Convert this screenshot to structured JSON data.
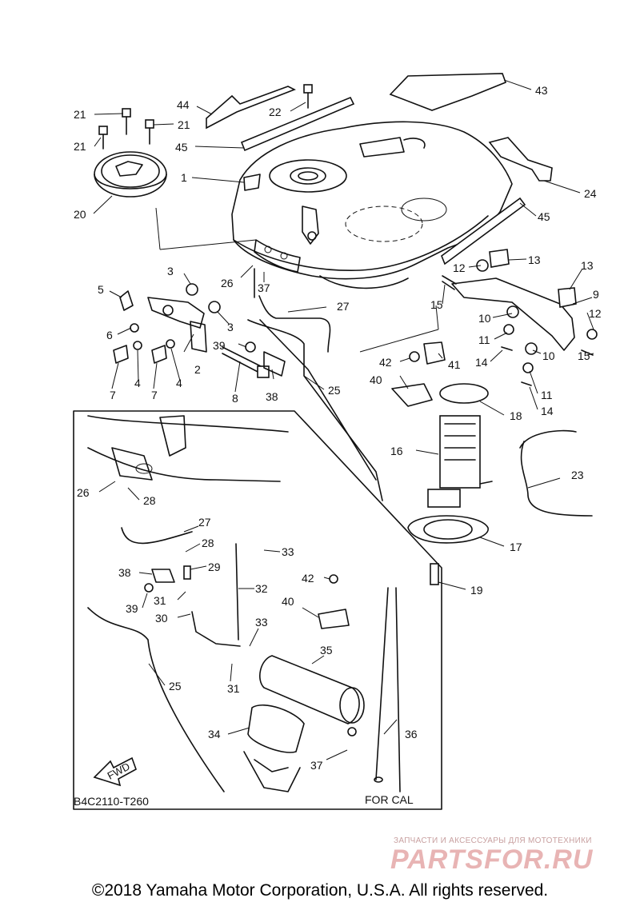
{
  "diagram": {
    "code": "B4C2110-T260",
    "inset_label": "FOR CAL",
    "fwd_label": "FWD",
    "callouts": {
      "c1": "1",
      "c2": "2",
      "c3a": "3",
      "c3b": "3",
      "c4a": "4",
      "c4b": "4",
      "c5": "5",
      "c6": "6",
      "c7a": "7",
      "c7b": "7",
      "c8": "8",
      "c9": "9",
      "c10a": "10",
      "c10b": "10",
      "c11a": "11",
      "c11b": "11",
      "c12a": "12",
      "c12b": "12",
      "c13a": "13",
      "c13b": "13",
      "c14a": "14",
      "c14b": "14",
      "c15a": "15",
      "c15b": "15",
      "c16": "16",
      "c17": "17",
      "c18": "18",
      "c19": "19",
      "c20": "20",
      "c21a": "21",
      "c21b": "21",
      "c21c": "21",
      "c22": "22",
      "c23": "23",
      "c24": "24",
      "c25a": "25",
      "c25b": "25",
      "c26a": "26",
      "c26b": "26",
      "c27a": "27",
      "c27b": "27",
      "c28a": "28",
      "c28b": "28",
      "c29": "29",
      "c30": "30",
      "c31a": "31",
      "c31b": "31",
      "c32": "32",
      "c33a": "33",
      "c33b": "33",
      "c34": "34",
      "c35": "35",
      "c36": "36",
      "c37a": "37",
      "c37b": "37",
      "c38a": "38",
      "c38b": "38",
      "c39a": "39",
      "c39b": "39",
      "c40a": "40",
      "c40b": "40",
      "c41": "41",
      "c42a": "42",
      "c42b": "42",
      "c43": "43",
      "c44": "44",
      "c45a": "45",
      "c45b": "45"
    }
  },
  "watermark": {
    "tagline": "ЗАПЧАСТИ И АКСЕССУАРЫ ДЛЯ МОТОТЕХНИКИ",
    "logo": "PARTSFOR.RU",
    "logo_color": "#e8b4b4"
  },
  "footer": {
    "copyright": "©2018 Yamaha Motor Corporation, U.S.A. All rights reserved."
  }
}
